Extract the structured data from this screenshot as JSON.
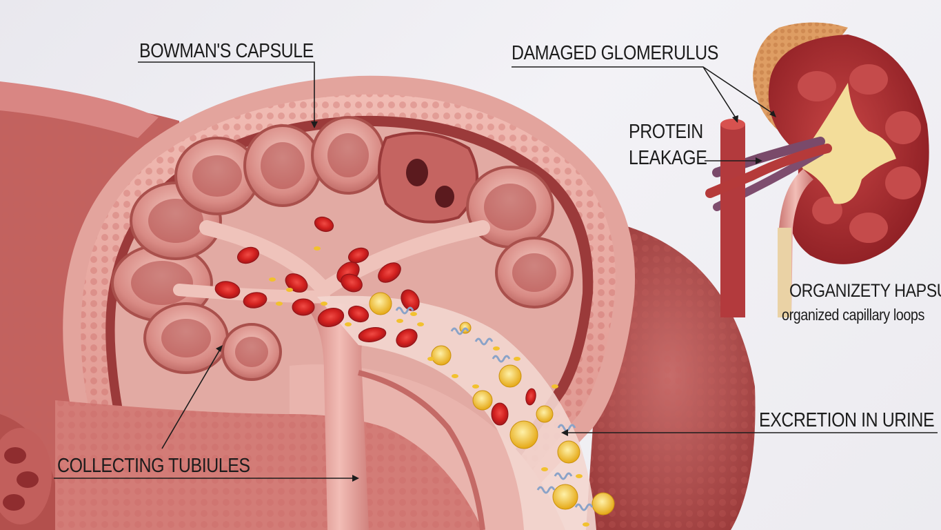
{
  "labels": {
    "bowmans_capsule": "BOWMAN'S CAPSULE",
    "damaged_glomerulus": "DAMAGED GLOMERULUS",
    "protein_leakage_line1": "PROTEIN",
    "protein_leakage_line2": "LEAKAGE",
    "organized_capsule": "ORGANIZETY HAPSURE",
    "organized_capillary_loops": "organized capillary loops",
    "excretion_in_urine": "EXCRETION IN URINE",
    "collecting_tubules": "COLLECTING TUBIULES"
  },
  "colors": {
    "background": "#eeedf2",
    "tissue": "#d98b86",
    "tissue_dark": "#a8413f",
    "capsule_band": "#e7a9a2",
    "red_blood_cell": "#d8262a",
    "protein_particle": "#f2c12e",
    "kidney": "#a8282c",
    "ureter": "#e9d2a8",
    "fat": "#d9965b",
    "vein": "#7a4a6a",
    "leader_line": "#1c1c1c"
  }
}
